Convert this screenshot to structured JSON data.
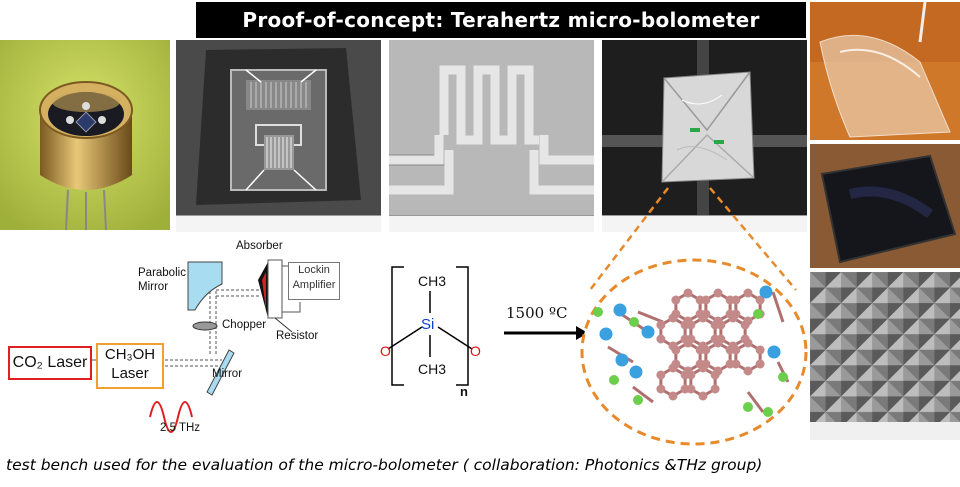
{
  "title": "Proof-of-concept: Terahertz micro-bolometer",
  "caption": "test bench used for the evaluation of the micro-bolometer ( collaboration: Photonics &THz group)",
  "setup": {
    "co2_laser": "CO₂ Laser",
    "ch3oh_line1": "CH₃OH",
    "ch3oh_line2": "Laser",
    "frequency": "2.5 THz",
    "mirror": "Mirror",
    "chopper": "Chopper",
    "parabolic_line1": "Parabolic",
    "parabolic_line2": "Mirror",
    "absorber": "Absorber",
    "resistor": "Resistor",
    "lockin_line1": "Lockin",
    "lockin_line2": "Amplifier"
  },
  "polymer": {
    "ch3_top": "CH3",
    "ch3_bottom": "CH3",
    "si": "Si",
    "o_left": "O",
    "o_right": "O",
    "subscript": "n"
  },
  "reaction": {
    "temperature": "1500 ºC"
  },
  "colors": {
    "title_bg": "#000000",
    "co2_border": "#e02020",
    "ch3oh_border": "#f0a030",
    "dashed_circle": "#e8892a",
    "si_atom": "#3aa0e0",
    "o_atom": "#6ccf4c",
    "c_atom": "#c48a8a",
    "oxygen_text": "#e01010"
  },
  "icons": {
    "wave": "sine-wave-icon",
    "arrow": "reaction-arrow-icon"
  }
}
